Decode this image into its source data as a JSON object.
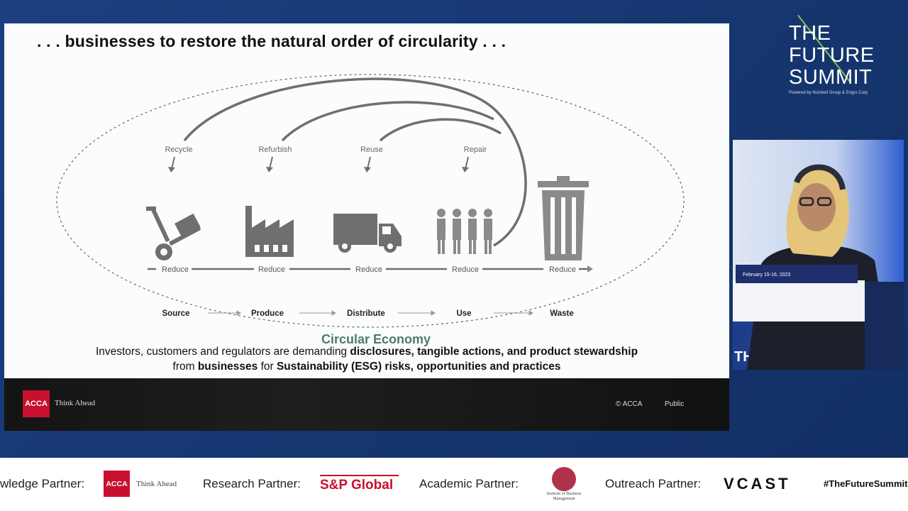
{
  "slide": {
    "title": ". . . businesses to restore the natural order of circularity . . .",
    "loops": [
      "Recycle",
      "Refurbish",
      "Reuse",
      "Repair"
    ],
    "reduce_label": "Reduce",
    "stages": [
      "Source",
      "Produce",
      "Distribute",
      "Use",
      "Waste"
    ],
    "circular_label": "Circular Economy",
    "caption_line1": {
      "a": "Investors, customers and regulators",
      "b": " are demanding ",
      "c": "disclosures, tangible actions, and product stewardship"
    },
    "caption_line2": {
      "a": "from ",
      "b": "businesses",
      "c": " for ",
      "d": "Sustainability (ESG) risks, opportunities and practices"
    },
    "footer": {
      "logo": "ACCA",
      "tagline": "Think Ahead",
      "copyright": "© ACCA",
      "classification": "Public"
    }
  },
  "brand": {
    "lines": [
      "THE",
      "FUTURE",
      "SUMMIT"
    ],
    "powered": "Powered by Nutshell Group & Engro Corp"
  },
  "speaker": {
    "banner": "February 15-16, 2023",
    "backdrop": "THE FUTURE"
  },
  "partners": {
    "knowledge_label": "wledge Partner:",
    "knowledge_logo": "ACCA",
    "knowledge_tagline": "Think Ahead",
    "research_label": "Research Partner:",
    "research_logo": "S&P Global",
    "academic_label": "Academic Partner:",
    "academic_logo": "Institute of Business Management",
    "outreach_label": "Outreach Partner:",
    "outreach_logo": "VCAST",
    "hashtag": "#TheFutureSummit"
  },
  "colors": {
    "slide_bg": "#fbfcfd",
    "icon_gray": "#6f6f6f",
    "circular_green": "#4d7d64",
    "acca_red": "#c8102e",
    "stage_blue": "#183a78"
  }
}
